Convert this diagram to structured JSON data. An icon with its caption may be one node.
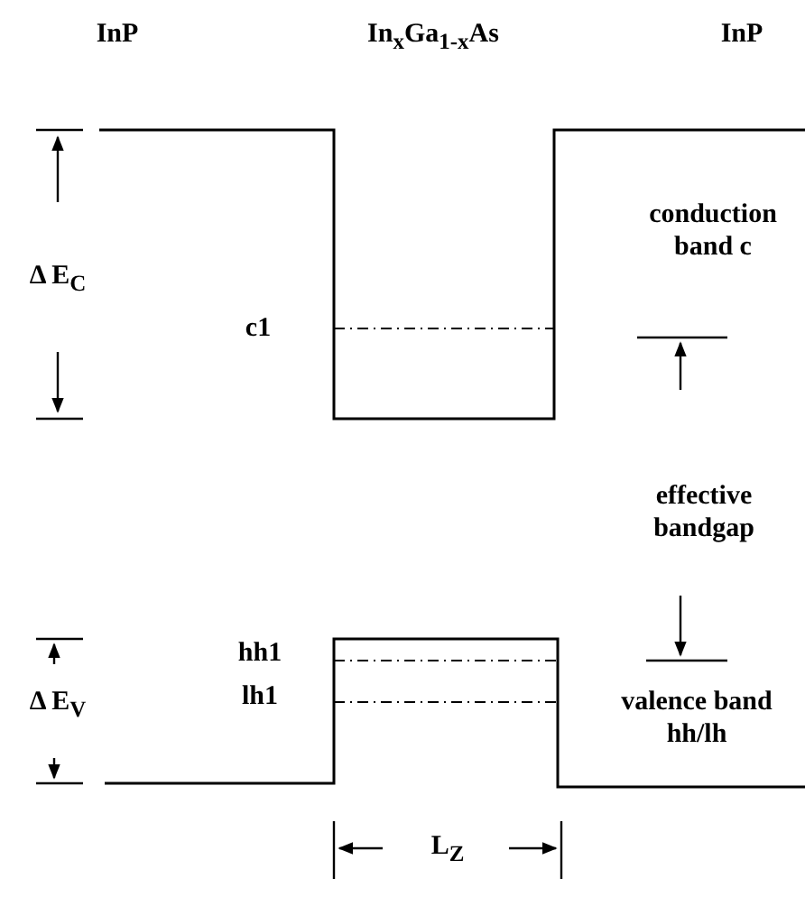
{
  "diagram": {
    "labels": [
      "InP",
      "In$_{x}$Ga$_{1-x}$As",
      "InP",
      "conduction band c",
      "Δ E$_{C}$",
      "c1",
      "effective bandgap",
      "hh1",
      "Δ E$_{V}$",
      "lh1",
      "valence band hh/lh",
      "L$_{Z}$"
    ]
  }
}
